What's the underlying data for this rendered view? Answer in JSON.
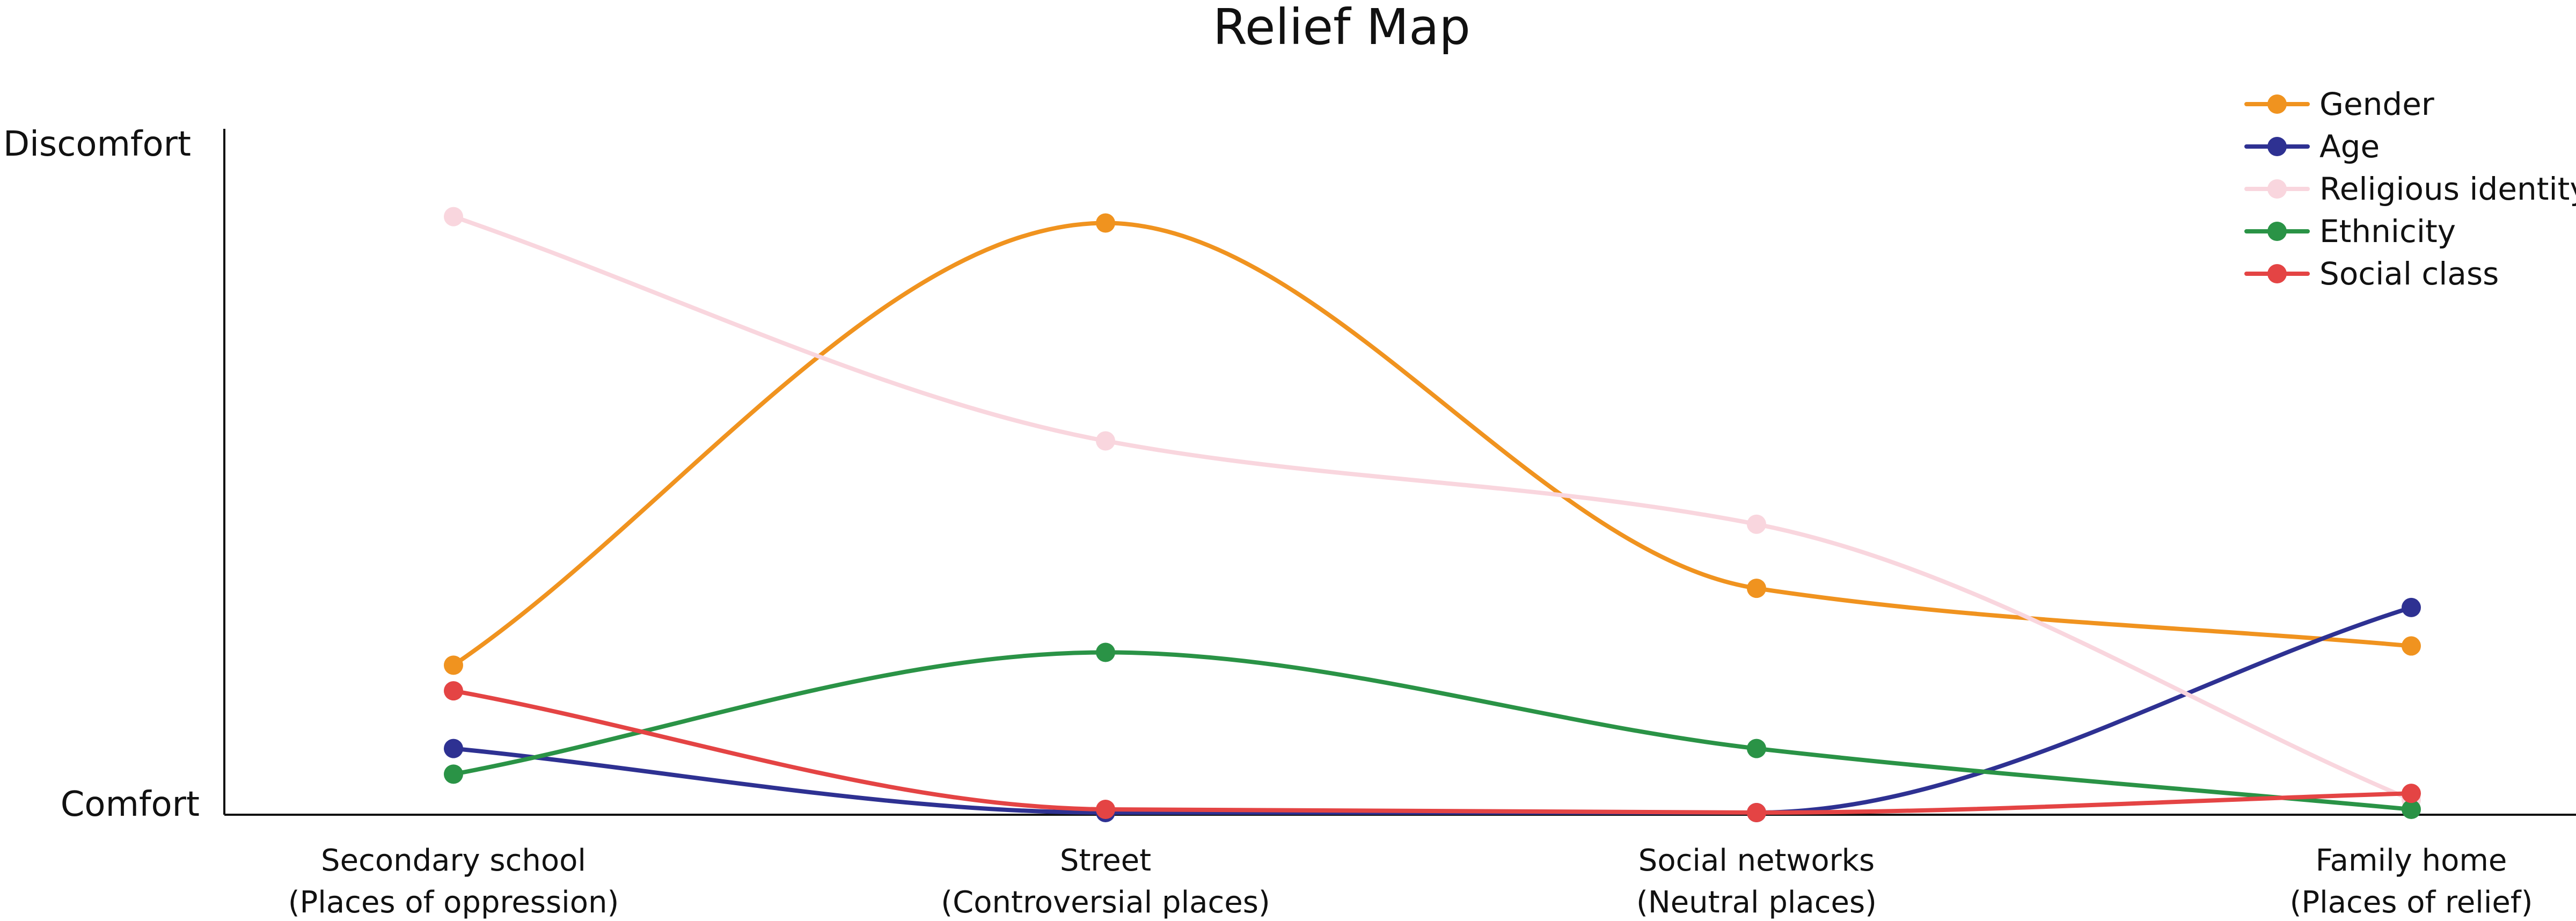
{
  "chart_data": {
    "type": "line",
    "title": "Relief Map",
    "xlabel": "",
    "ylabel": "",
    "y_axis_labels": {
      "top": "Discomfort",
      "bottom": "Comfort"
    },
    "ylim": [
      0,
      100
    ],
    "smooth": true,
    "grid": false,
    "legend_position": "top-right",
    "categories": [
      {
        "line1": "Secondary school",
        "line2": "(Places of oppression)"
      },
      {
        "line1": "Street",
        "line2": "(Controversial places)"
      },
      {
        "line1": "Social networks",
        "line2": "(Neutral places)"
      },
      {
        "line1": "Family home",
        "line2": "(Places of relief)"
      }
    ],
    "series": [
      {
        "name": "Gender",
        "color": "#F0931F",
        "values": [
          23,
          92,
          35,
          26
        ]
      },
      {
        "name": "Age",
        "color": "#2E3192",
        "values": [
          10,
          0,
          0,
          32
        ]
      },
      {
        "name": "Religious identity",
        "color": "#F9D6DE",
        "values": [
          93,
          58,
          45,
          2
        ]
      },
      {
        "name": "Ethnicity",
        "color": "#2A9346",
        "values": [
          6,
          25,
          10,
          0.5
        ]
      },
      {
        "name": "Social class",
        "color": "#E44444",
        "values": [
          19,
          0.5,
          0,
          3
        ]
      }
    ]
  }
}
